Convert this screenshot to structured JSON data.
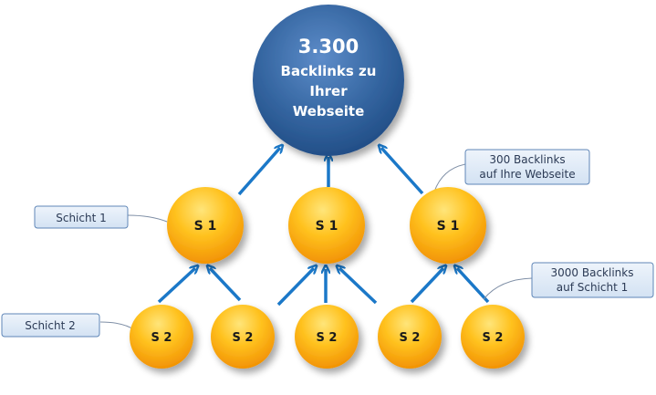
{
  "diagram": {
    "top": {
      "value": "3.300",
      "lines": [
        "Backlinks zu",
        "Ihrer",
        "Webseite"
      ]
    },
    "layer1_label": "S 1",
    "layer2_label": "S 2",
    "callouts": {
      "schicht1": "Schicht 1",
      "schicht2": "Schicht 2",
      "backlinks_webseite": [
        "300 Backlinks",
        "auf Ihre Webseite"
      ],
      "backlinks_schicht1": [
        "3000 Backlinks",
        "auf Schicht 1"
      ]
    },
    "colors": {
      "top_circle": "#2f5f9e",
      "node_orange": "#f6a500",
      "arrow": "#1b78c8",
      "callout_fill": "#dbe8f6",
      "callout_border": "#5f86b7"
    }
  }
}
